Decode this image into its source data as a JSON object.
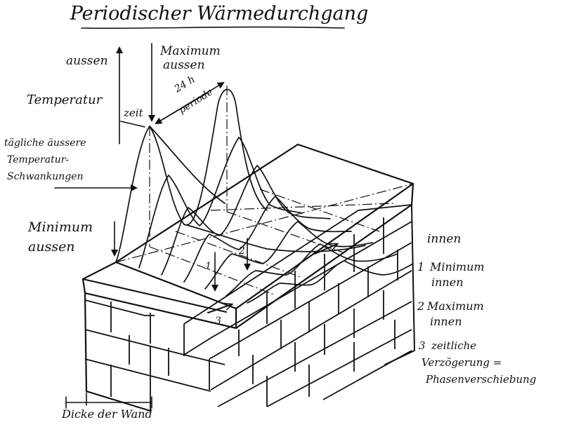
{
  "title": "Periodischer Wärmedurchgang",
  "labels": {
    "aussen": "aussen",
    "temperatur": "Temperatur",
    "maximum_aussen_line1": "Maximum",
    "maximum_aussen_line2": "aussen",
    "zeit": "zeit",
    "period_line1": "24 h",
    "period_line2": "periode",
    "schwankungen_line1": "tägliche äussere",
    "schwankungen_line2": "Temperatur-",
    "schwankungen_line3": "Schwankungen",
    "minimum_aussen_line1": "Minimum",
    "minimum_aussen_line2": "aussen",
    "dicke": "Dicke der Wand"
  },
  "legend": {
    "innen": "innen",
    "items": [
      {
        "num": "1",
        "line1": "Minimum",
        "line2": "innen"
      },
      {
        "num": "2",
        "line1": "Maximum",
        "line2": "innen"
      },
      {
        "num": "3",
        "line1": "zeitliche",
        "line2": "Verzögerung =",
        "line3": "Phasenverschiebung"
      }
    ]
  },
  "markers": [
    "1",
    "2",
    "3"
  ]
}
